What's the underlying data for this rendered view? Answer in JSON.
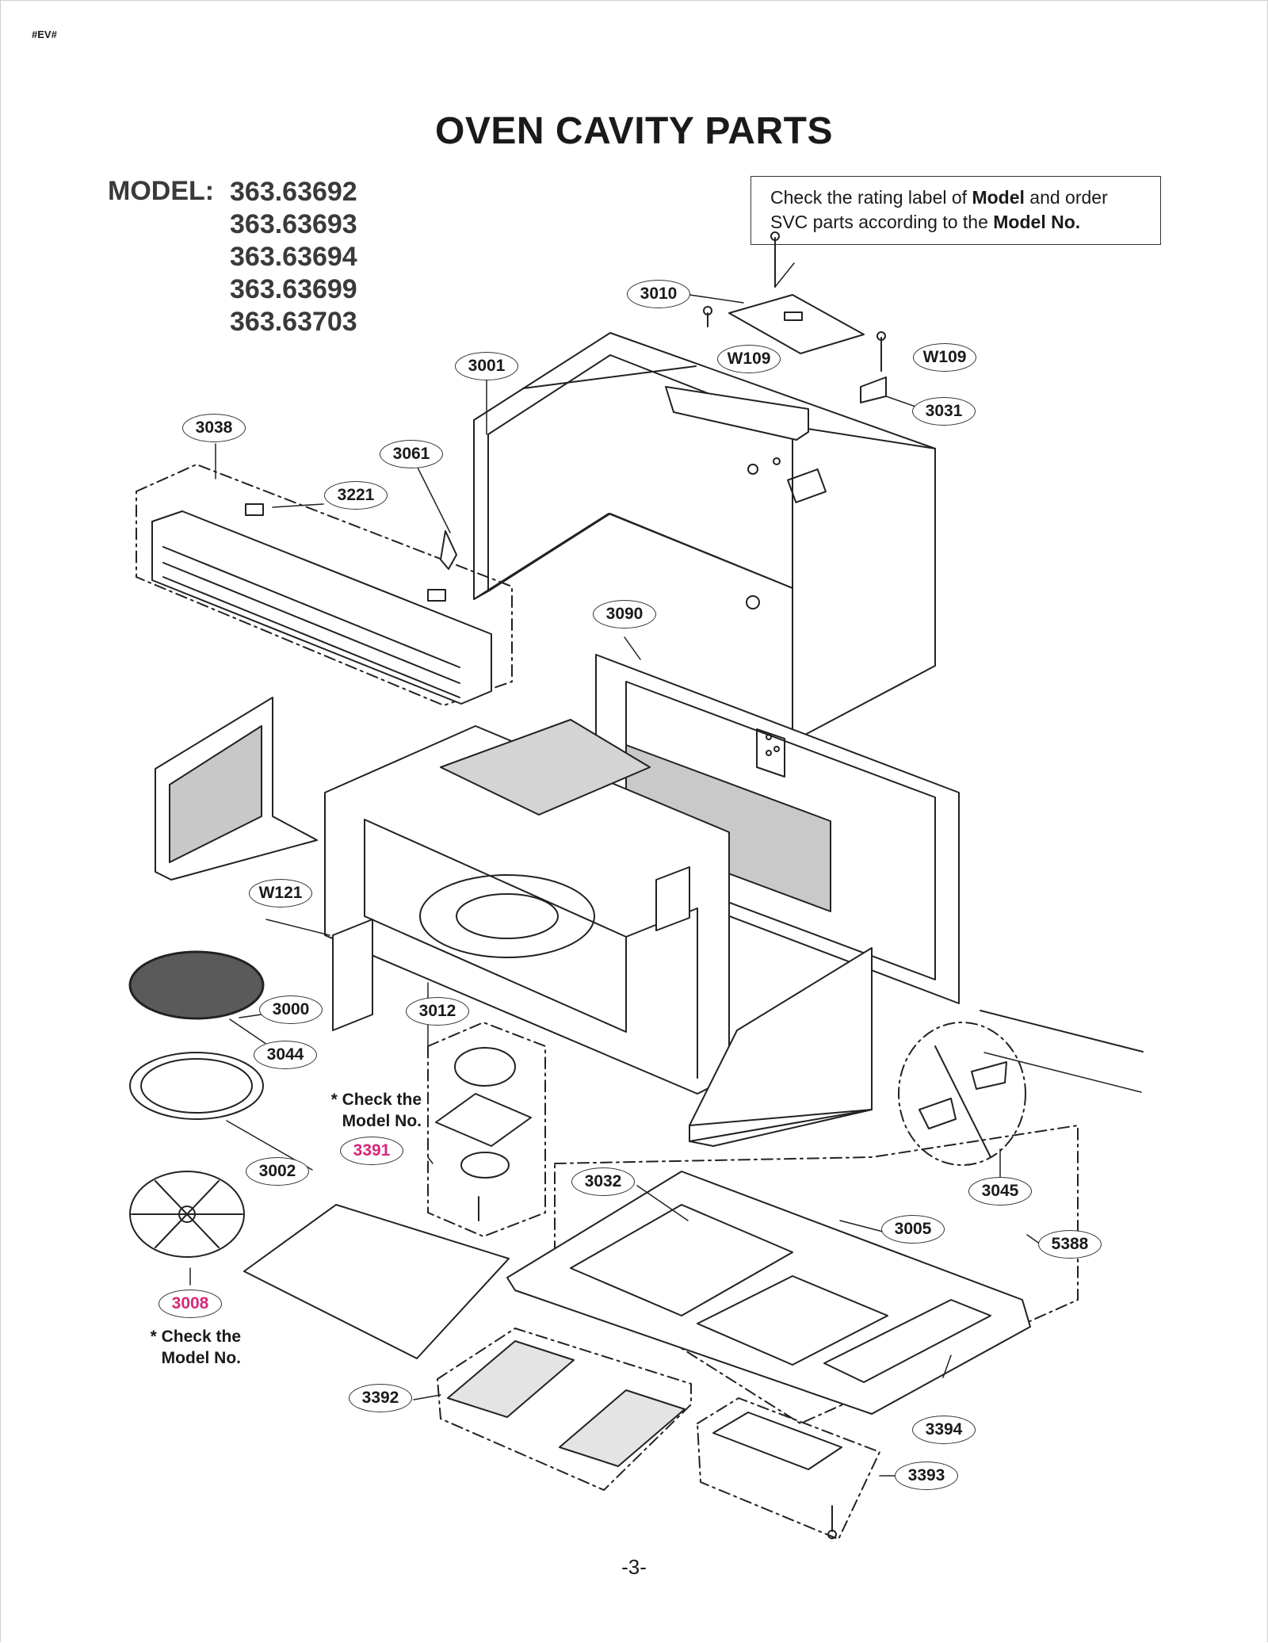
{
  "header": {
    "doc_tag": "#EV#"
  },
  "title": "OVEN CAVITY PARTS",
  "model": {
    "label": "MODEL:",
    "numbers": [
      "363.63692",
      "363.63693",
      "363.63694",
      "363.63699",
      "363.63703"
    ]
  },
  "notice": {
    "prefix": "Check the rating label of",
    "bold1": "Model",
    "middle": "and order",
    "line2": "SVC parts according to the",
    "bold2": "Model No."
  },
  "parts": {
    "p3010": "3010",
    "pW109a": "W109",
    "pW109b": "W109",
    "p3001": "3001",
    "p3031": "3031",
    "p3038": "3038",
    "p3061": "3061",
    "p3221": "3221",
    "p3090": "3090",
    "pW121": "W121",
    "p3000": "3000",
    "p3012": "3012",
    "p3044": "3044",
    "p3391": "3391",
    "p3002": "3002",
    "p3032": "3032",
    "p3045": "3045",
    "p3005": "3005",
    "p5388": "5388",
    "p3008": "3008",
    "p3392": "3392",
    "p3394": "3394",
    "p3393": "3393"
  },
  "notes": {
    "check1_line1": "* Check the",
    "check1_line2": "Model No.",
    "check2_line1": "* Check the",
    "check2_line2": "Model No."
  },
  "footer": {
    "page_number": "-3-"
  },
  "colors": {
    "highlight": "#d6287a",
    "ink": "#1a1a1a"
  }
}
